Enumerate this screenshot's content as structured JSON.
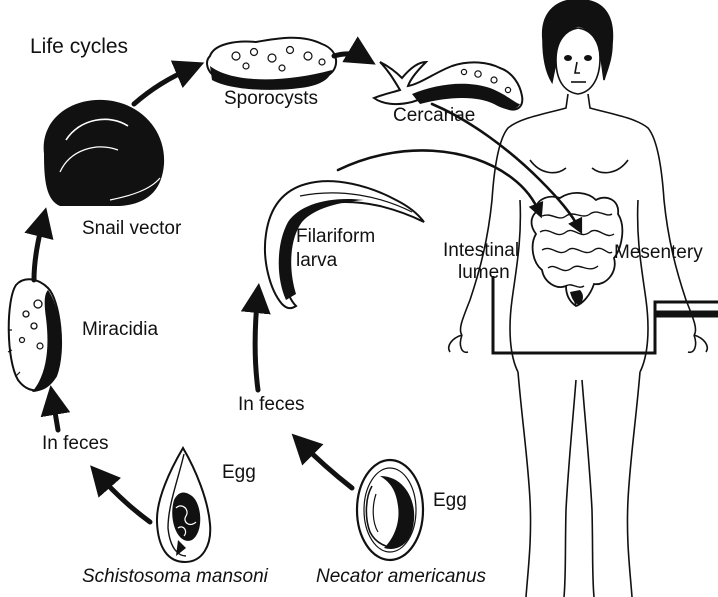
{
  "title": "Life cycles",
  "schistosoma": {
    "species": "Schistosoma mansoni",
    "egg": "Egg",
    "in_feces": "In feces",
    "miracidia": "Miracidia",
    "snail_vector": "Snail vector",
    "sporocysts": "Sporocysts",
    "cercariae": "Cercariae"
  },
  "necator": {
    "species": "Necator americanus",
    "egg": "Egg",
    "in_feces": "In feces",
    "filariform_line1": "Filariform",
    "filariform_line2": "larva"
  },
  "human": {
    "intestinal_line1": "Intestinal",
    "intestinal_line2": "lumen",
    "mesentery": "Mesentery"
  },
  "colors": {
    "ink": "#111111",
    "paper": "#ffffff"
  }
}
